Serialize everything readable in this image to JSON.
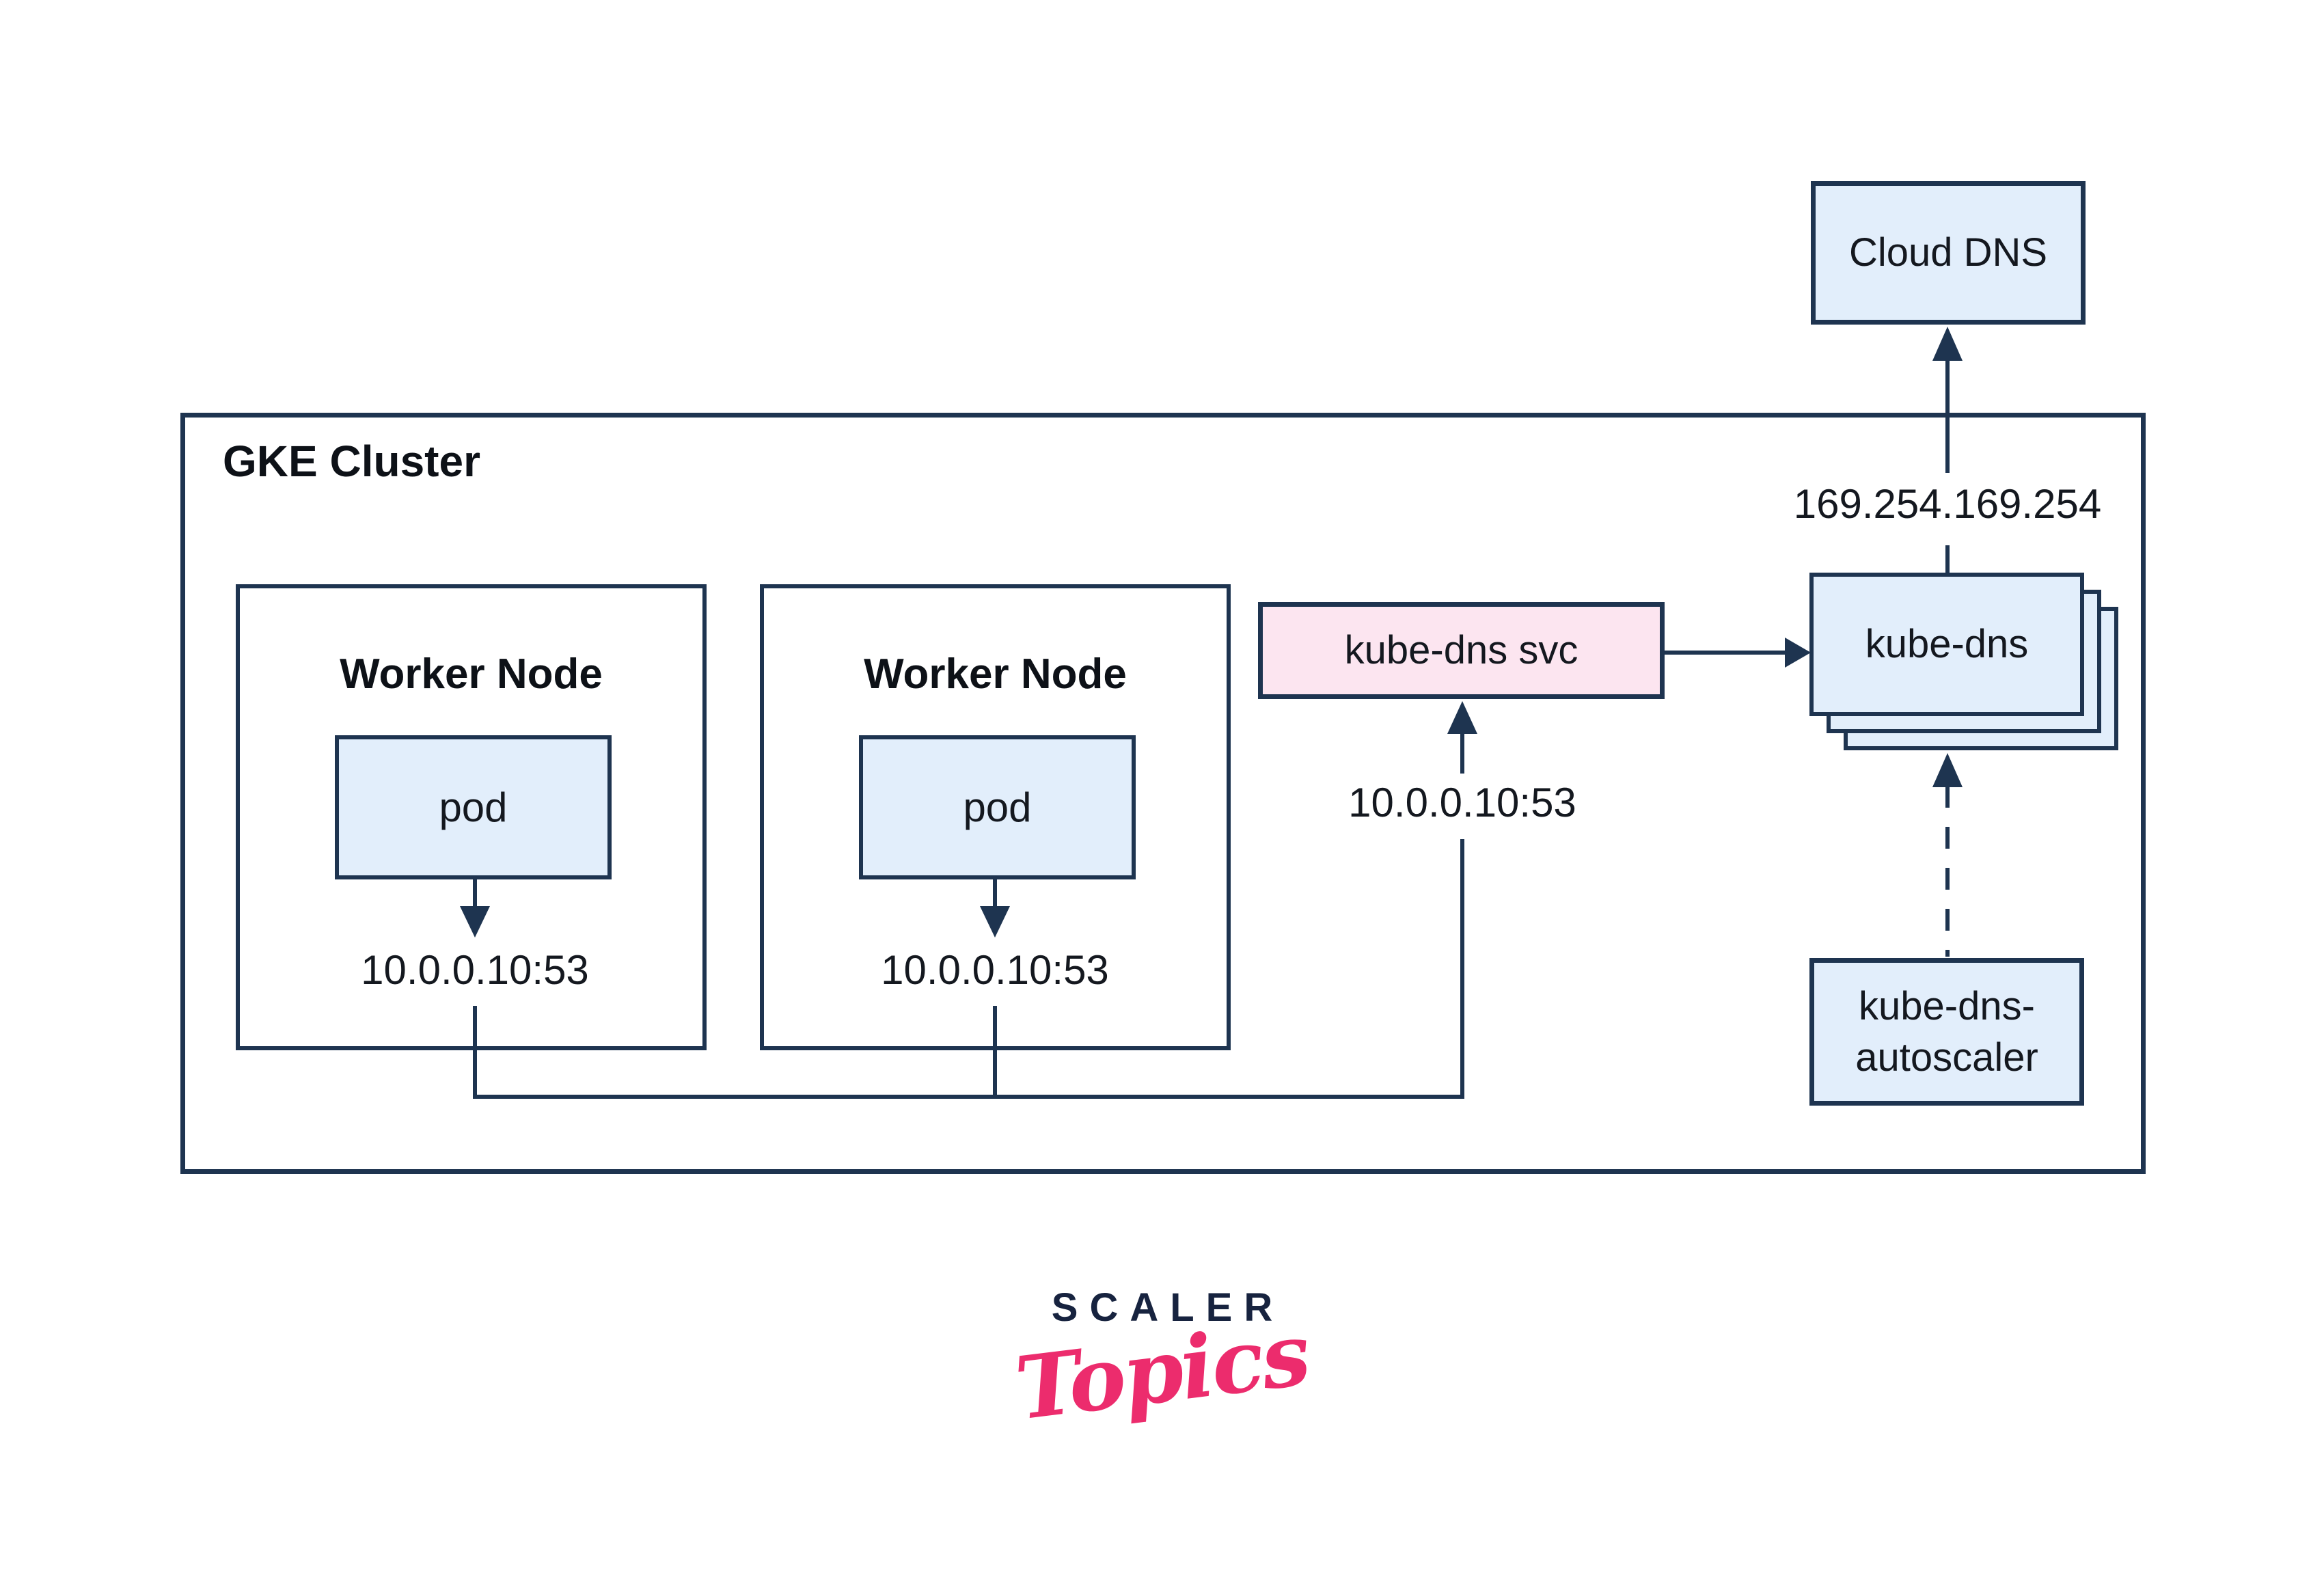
{
  "diagram": {
    "cluster_label": "GKE Cluster",
    "cloud_dns": {
      "label": "Cloud DNS"
    },
    "metadata_ip": "169.254.169.254",
    "worker_nodes": [
      {
        "title": "Worker Node",
        "pod_label": "pod",
        "dns_ip": "10.0.0.10:53"
      },
      {
        "title": "Worker Node",
        "pod_label": "pod",
        "dns_ip": "10.0.0.10:53"
      }
    ],
    "kube_dns_svc": {
      "label": "kube-dns svc",
      "dns_ip": "10.0.0.10:53"
    },
    "kube_dns": {
      "label": "kube-dns"
    },
    "kube_dns_autoscaler": {
      "lines": [
        "kube-dns-",
        "autoscaler"
      ]
    },
    "colors": {
      "line_navy": "#1e3450",
      "box_blue": "#e2eefb",
      "box_pink": "#fce5f0",
      "text_dark": "#14181f",
      "logo_navy": "#17233f",
      "logo_pink": "#ec2c6d"
    }
  },
  "footer": {
    "brand_top": "SCALER",
    "brand_script": "Topics"
  }
}
